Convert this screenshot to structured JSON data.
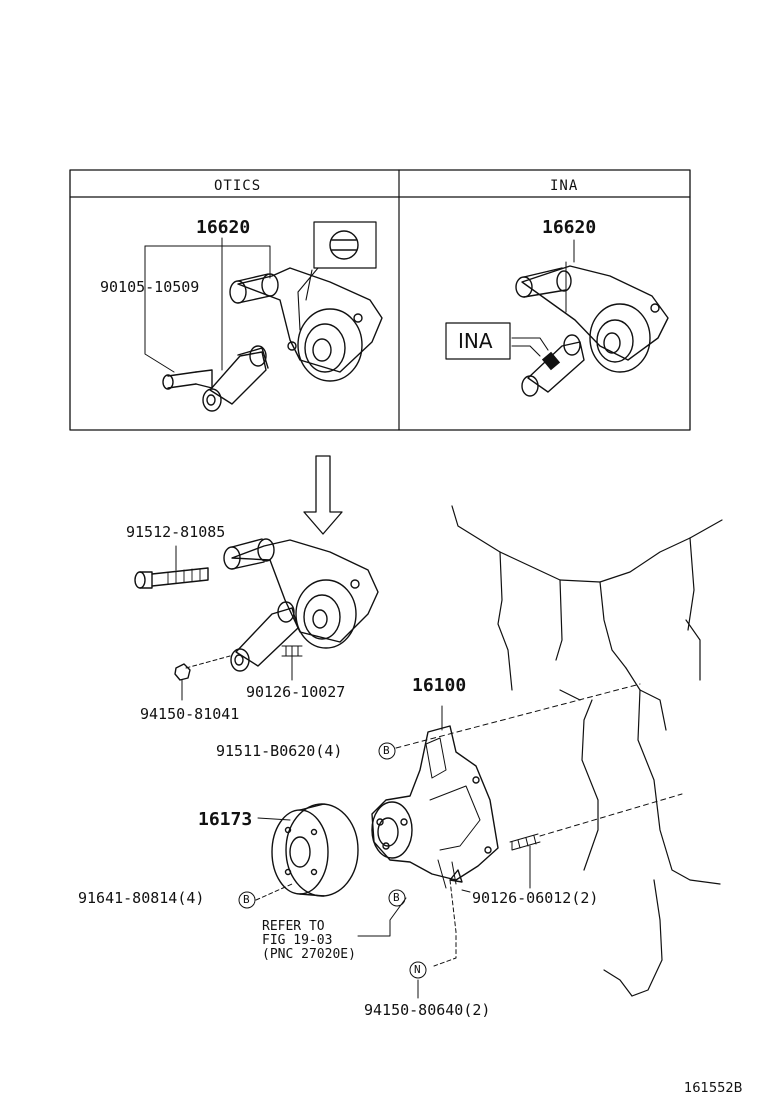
{
  "header": {
    "col_left": "OTICS",
    "col_right": "INA",
    "left_part": "16620",
    "right_part": "16620",
    "left_bolt": "90105-10509",
    "ina_tag": "INA"
  },
  "parts": {
    "bolt_top": "91512-81085",
    "stud_tensioner": "90126-10027",
    "nut_tensioner": "94150-81041",
    "water_pump": "16100",
    "pump_bolt": "91511-B0620(4)",
    "pulley": "16173",
    "pulley_bolt": "91641-80814(4)",
    "pump_stud": "90126-06012(2)",
    "pump_nut": "94150-80640(2)"
  },
  "refer": {
    "line1": "REFER TO",
    "line2": "FIG 19-03",
    "line3": "(PNC 27020E)"
  },
  "callouts": {
    "b1": "B",
    "b2": "B",
    "b3": "B",
    "n1": "N"
  },
  "footer": {
    "figure_id": "161552B"
  }
}
